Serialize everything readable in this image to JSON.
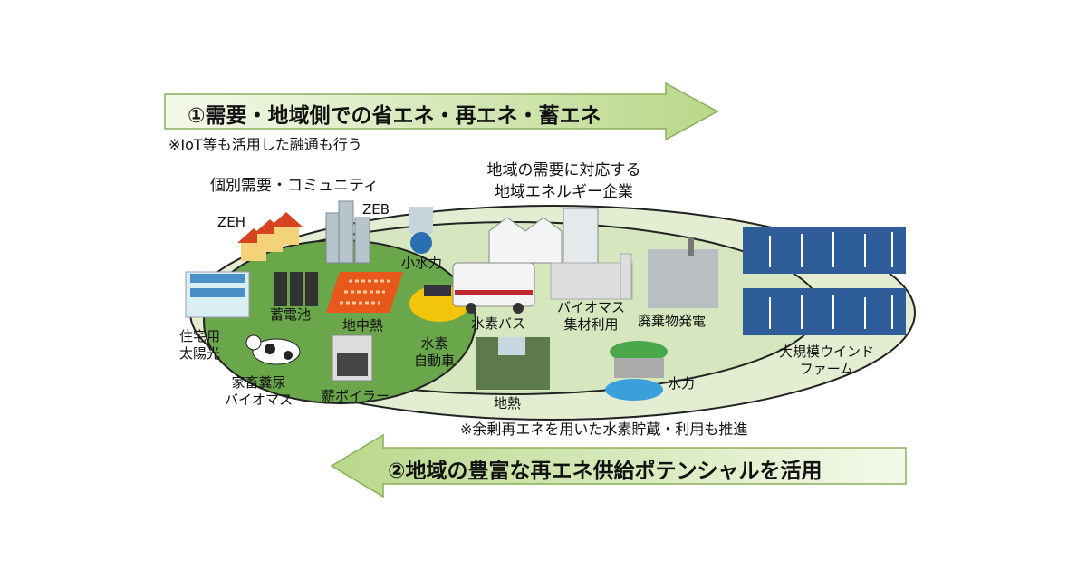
{
  "top_arrow": {
    "label": "①需要・地域側での省エネ・再エネ・蓄エネ"
  },
  "top_note": "※IoT等も活用した融通も行う",
  "community_heading": "個別需要・コミュニティ",
  "enterprise_heading": {
    "line1": "地域の需要に対応する",
    "line2": "地域エネルギー企業"
  },
  "items": {
    "zeh": "ZEH",
    "zeb": "ZEB",
    "small_hydro": "小水力",
    "battery": "蓄電池",
    "geothermal_heat": "地中熱",
    "hydrogen_bus": "水素バス",
    "biomass": {
      "line1": "バイオマス",
      "line2": "集材利用"
    },
    "waste_power": "廃棄物発電",
    "wind": {
      "line1": "大規模ウインド",
      "line2": "ファーム"
    },
    "solar": {
      "line1": "住宅用",
      "line2": "太陽光"
    },
    "livestock": {
      "line1": "家畜糞尿",
      "line2": "バイオマス"
    },
    "wood_boiler": "薪ボイラー",
    "hydrogen_car": {
      "line1": "水素",
      "line2": "自動車"
    },
    "geothermal": "地熱",
    "hydro": "水力"
  },
  "bottom_note": "※余剰再エネを用いた水素貯蔵・利用も推進",
  "bottom_arrow": {
    "label": "②地域の豊富な再エネ供給ポテンシャルを活用"
  },
  "colors": {
    "arrow_fill": "#c5dd9c",
    "outer_ellipse": "#e3edd2",
    "inner_ellipse": "#6aa64a"
  }
}
